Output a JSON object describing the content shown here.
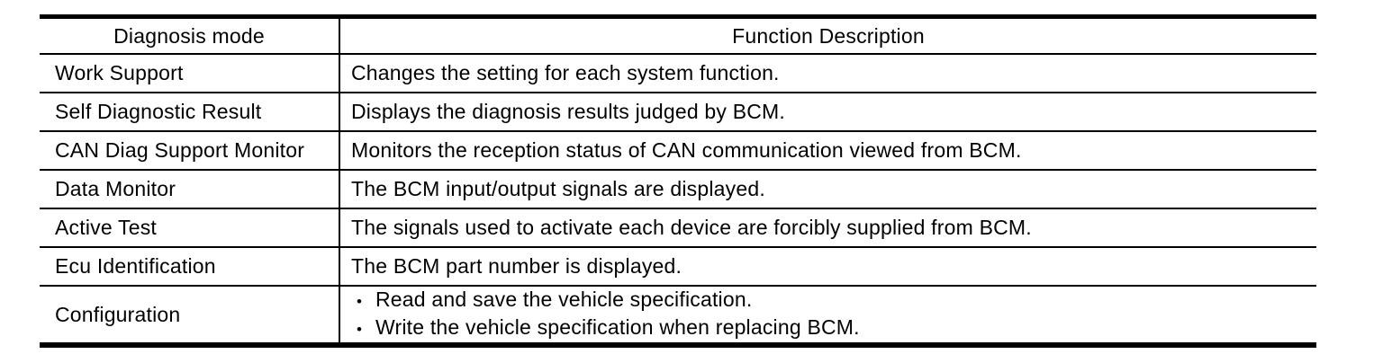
{
  "table": {
    "columns": [
      "Diagnosis mode",
      "Function Description"
    ],
    "bullet_char": "•",
    "rows": [
      {
        "mode": "Work Support",
        "description": "Changes the setting for each system function."
      },
      {
        "mode": "Self Diagnostic Result",
        "description": "Displays the diagnosis results judged by BCM."
      },
      {
        "mode": "CAN Diag Support Monitor",
        "description": "Monitors the reception status of CAN communication viewed from BCM."
      },
      {
        "mode": "Data Monitor",
        "description": "The BCM input/output signals are displayed."
      },
      {
        "mode": "Active Test",
        "description": "The signals used to activate each device are forcibly supplied from BCM."
      },
      {
        "mode": "Ecu Identification",
        "description": "The BCM part number is displayed."
      },
      {
        "mode": "Configuration",
        "bullets": [
          "Read and save the vehicle specification.",
          "Write the vehicle specification when replacing BCM."
        ]
      }
    ]
  }
}
